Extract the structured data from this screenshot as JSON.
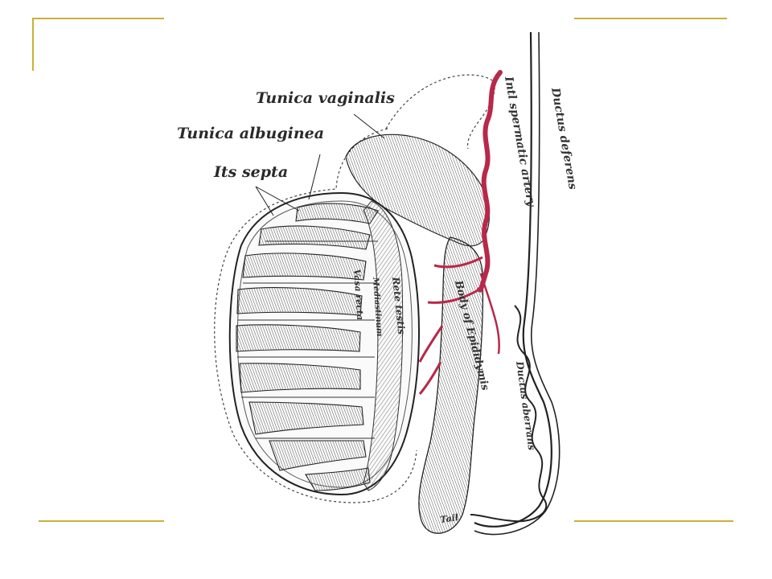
{
  "colors": {
    "frame": "#c9b03a",
    "artery": "#b8284a",
    "ink": "#2a2a2a"
  },
  "labels": {
    "tunica_vaginalis": "Tunica vaginalis",
    "tunica_albuginea": "Tunica albuginea",
    "its_septa": "Its septa",
    "spermatic_artery": "Intl spermatic artery",
    "ductus_deferens": "Ductus deferens",
    "ductus_aberrans": "Ductus aberrans",
    "body_of_epididymis": "Body of Epididymis",
    "rete_testis": "Rete testis",
    "vasa_recta": "Vasa recta",
    "mediastinum": "Mediastinum",
    "tail": "Tail"
  }
}
